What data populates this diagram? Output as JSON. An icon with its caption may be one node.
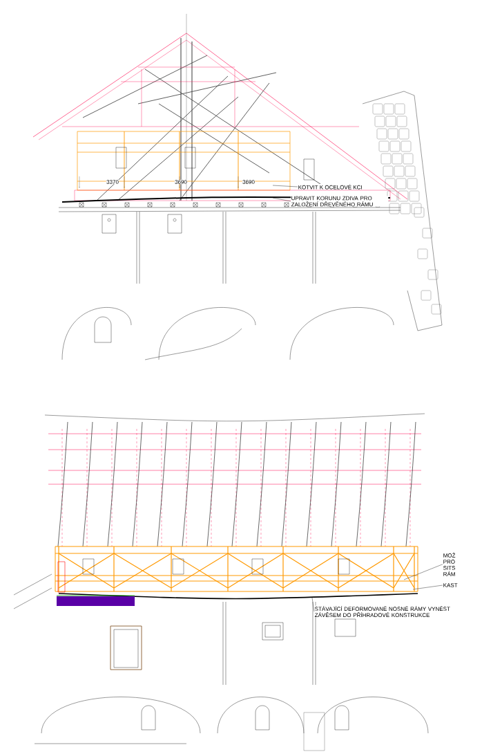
{
  "diagram": {
    "nodes": [
      {
        "text": [
          "KOTVIT K OCELOVÉ KCI"
        ]
      },
      {
        "text": [
          "UPRAVIT KORUNU ZDIVA PRO ZALOŽENÍ DŘEVĚNÉHO RÁMU"
        ]
      },
      {
        "text": [
          "MOŽ PRO SITS RÁM"
        ]
      },
      {
        "text": [
          "KAST"
        ]
      },
      {
        "text": [
          "STÁVAJÍCÍ DEFORMOVANÉ NOSNÉ RÁMY VYNÉST ZÁVĚSEM DO PŘÍHRADOVÉ KONSTRUKCE"
        ]
      }
    ],
    "edges": [
      {
        "from": 0,
        "to": null,
        "arrow": "none"
      },
      {
        "from": 1,
        "to": null,
        "arrow": "none"
      },
      {
        "from": 2,
        "to": null,
        "arrow": "none"
      },
      {
        "from": 3,
        "to": null,
        "arrow": "none"
      },
      {
        "from": 4,
        "to": null,
        "arrow": "none"
      }
    ],
    "labels": [
      "3370",
      "3690",
      "3690"
    ]
  }
}
